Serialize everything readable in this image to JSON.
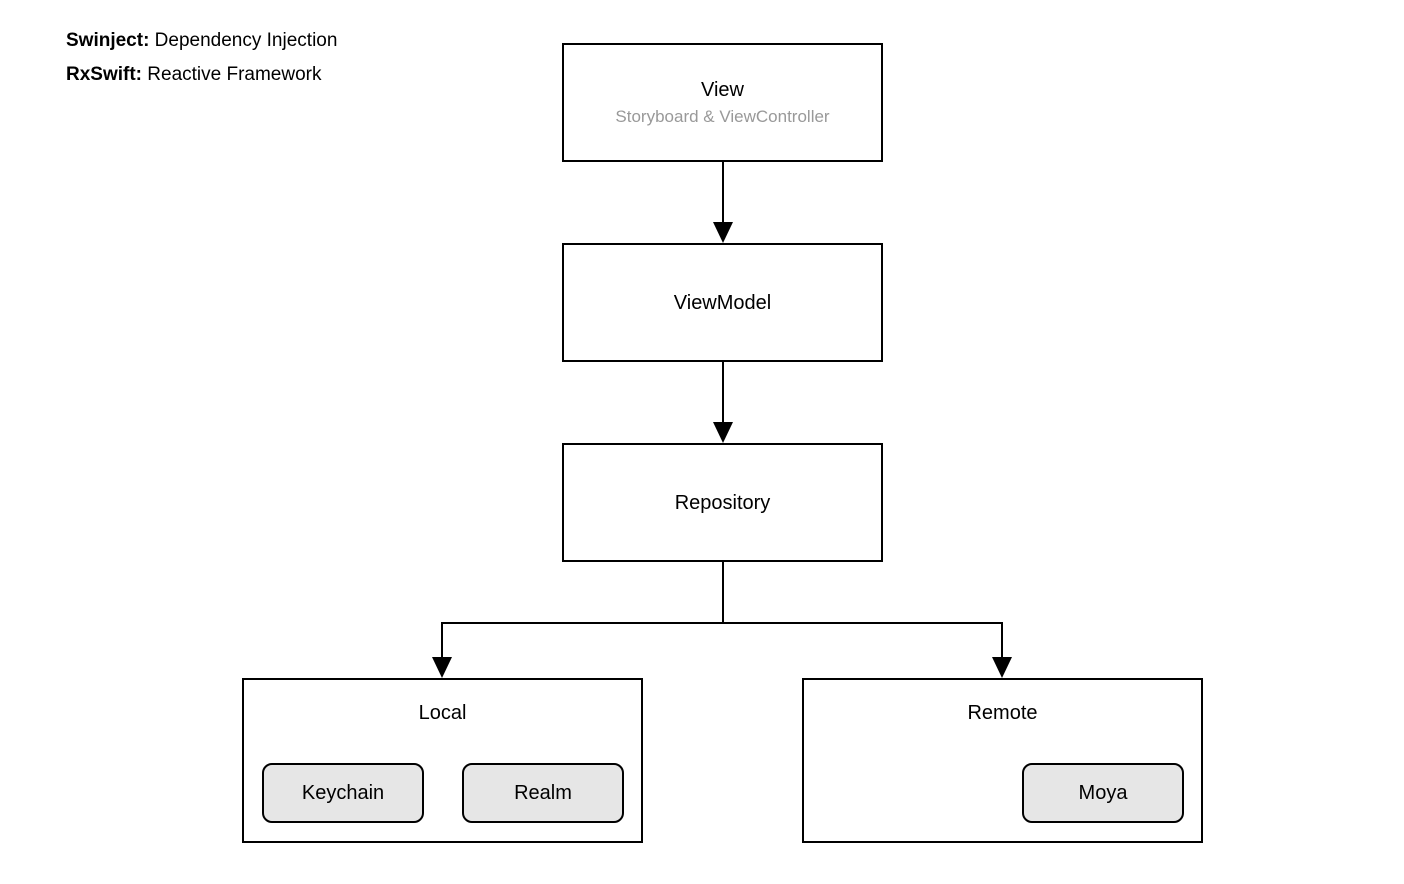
{
  "legend": {
    "items": [
      {
        "term": "Swinject:",
        "description": " Dependency Injection"
      },
      {
        "term": "RxSwift:",
        "description": " Reactive Framework"
      }
    ]
  },
  "diagram": {
    "nodes": {
      "view": {
        "title": "View",
        "subtitle": "Storyboard & ViewController"
      },
      "viewmodel": {
        "title": "ViewModel"
      },
      "repository": {
        "title": "Repository"
      },
      "local": {
        "title": "Local",
        "chips": [
          {
            "label": "Keychain"
          },
          {
            "label": "Realm"
          }
        ]
      },
      "remote": {
        "title": "Remote",
        "chips": [
          {
            "label": "Moya"
          }
        ]
      }
    },
    "colors": {
      "stroke": "#000000",
      "node_fill": "#ffffff",
      "chip_fill": "#e6e6e6",
      "subtitle_text": "#999999",
      "title_text": "#000000",
      "background": "#ffffff"
    },
    "edges": [
      {
        "from": "view",
        "to": "viewmodel",
        "style": "arrow-down"
      },
      {
        "from": "viewmodel",
        "to": "repository",
        "style": "arrow-down"
      },
      {
        "from": "repository",
        "to": "local",
        "style": "elbow-arrow-down-left"
      },
      {
        "from": "repository",
        "to": "remote",
        "style": "elbow-arrow-down-right"
      }
    ]
  }
}
